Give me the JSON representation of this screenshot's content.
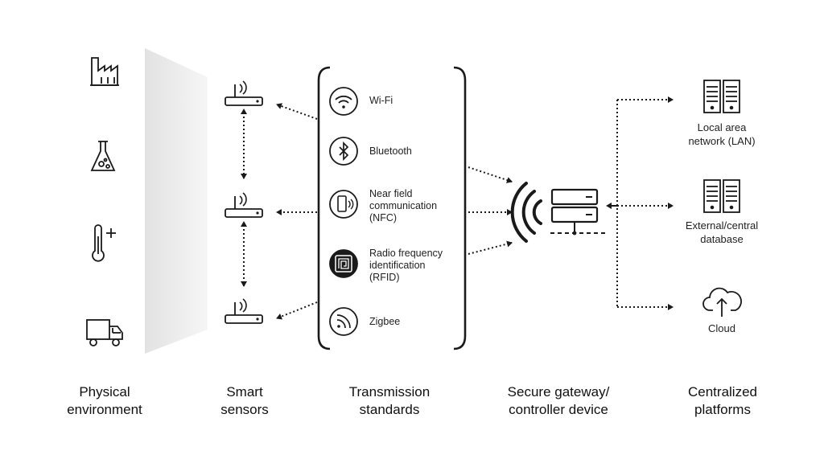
{
  "columns": {
    "physical": "Physical\nenvironment",
    "sensors": "Smart\nsensors",
    "transmission": "Transmission\nstandards",
    "gateway": "Secure gateway/\ncontroller device",
    "platforms": "Centralized\nplatforms"
  },
  "physical_icons": [
    "factory-icon",
    "flask-icon",
    "thermometer-icon",
    "truck-icon"
  ],
  "sensor_icons": [
    "router-icon",
    "router-icon",
    "router-icon"
  ],
  "standards": [
    {
      "icon": "wifi-icon",
      "label": "Wi-Fi"
    },
    {
      "icon": "bluetooth-icon",
      "label": "Bluetooth"
    },
    {
      "icon": "phone-nfc-icon",
      "label": "Near field\ncommunication\n(NFC)"
    },
    {
      "icon": "rfid-chip-icon",
      "label": "Radio frequency\nidentification\n(RFID)"
    },
    {
      "icon": "zigbee-icon",
      "label": "Zigbee"
    }
  ],
  "gateway_icon": "server-gateway-icon",
  "platforms": [
    {
      "icon": "server-rack-icon",
      "label": "Local area\nnetwork (LAN)"
    },
    {
      "icon": "server-rack-icon",
      "label": "External/central\ndatabase"
    },
    {
      "icon": "cloud-upload-icon",
      "label": "Cloud"
    }
  ],
  "colors": {
    "ink": "#1a1a1a",
    "shade": "#e6e6e6"
  }
}
